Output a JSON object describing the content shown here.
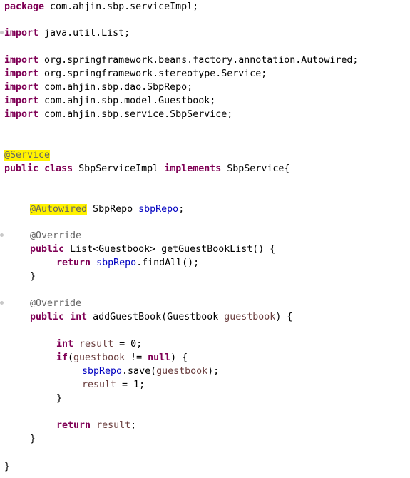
{
  "code": {
    "package_kw": "package",
    "package_name": " com.ahjin.sbp.serviceImpl;",
    "imports": [
      {
        "kw": "import",
        "path": " java.util.List;"
      },
      {
        "kw": "import",
        "path": " org.springframework.beans.factory.annotation.Autowired;"
      },
      {
        "kw": "import",
        "path": " org.springframework.stereotype.Service;"
      },
      {
        "kw": "import",
        "path": " com.ahjin.sbp.dao.SbpRepo;"
      },
      {
        "kw": "import",
        "path": " com.ahjin.sbp.model.Guestbook;"
      },
      {
        "kw": "import",
        "path": " com.ahjin.sbp.service.SbpService;"
      }
    ],
    "class_annotation": "@Service",
    "class_decl": {
      "kw_public": "public",
      "kw_class": "class",
      "name": "SbpServiceImpl",
      "kw_implements": "implements",
      "iface": "SbpService{"
    },
    "field": {
      "annotation": "@Autowired",
      "type": "SbpRepo",
      "name": "sbpRepo",
      "end": ";"
    },
    "method1": {
      "annotation": "@Override",
      "kw_public": "public",
      "signature": "List<Guestbook> getGuestBookList() {",
      "kw_return": "return",
      "field_ref": "sbpRepo",
      "call": ".findAll();",
      "close": "}"
    },
    "method2": {
      "annotation": "@Override",
      "kw_public": "public",
      "kw_int": "int",
      "sig_start": "addGuestBook(Guestbook",
      "param": "guestbook",
      "sig_end": ") {",
      "kw_int2": "int",
      "result_var": "result",
      "assign0": " = 0;",
      "kw_if": "if",
      "paren_open": "(",
      "cond_var": "guestbook",
      "neq": " != ",
      "kw_null": "null",
      "cond_end": ") {",
      "save_field": "sbpRepo",
      "save_call": ".save(",
      "save_arg": "guestbook",
      "save_end": ");",
      "result_var2": "result",
      "assign1": " = 1;",
      "if_close": "}",
      "kw_return": "return",
      "return_var": "result",
      "return_end": ";",
      "close": "}"
    },
    "class_close": "}"
  }
}
